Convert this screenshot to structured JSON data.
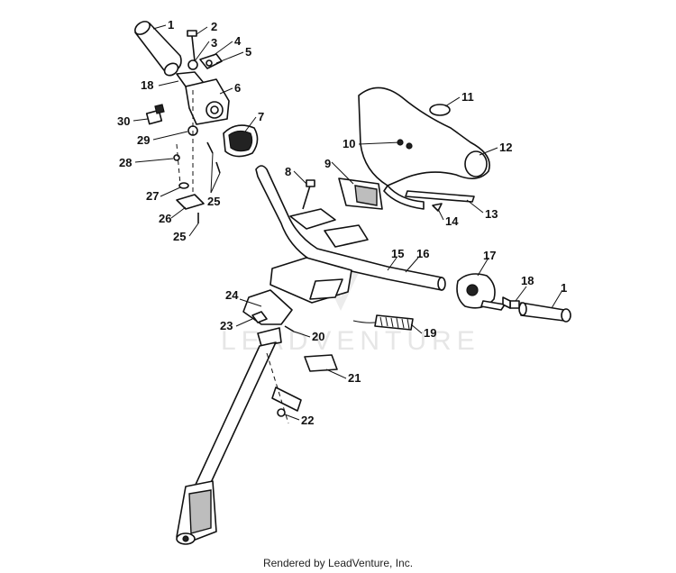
{
  "diagram": {
    "watermark": "LEADVENTURE",
    "footer": "Rendered by LeadVenture, Inc.",
    "callouts": {
      "c1a": "1",
      "c1b": "1",
      "c2": "2",
      "c3": "3",
      "c4": "4",
      "c5": "5",
      "c6": "6",
      "c7": "7",
      "c8": "8",
      "c9": "9",
      "c10": "10",
      "c11": "11",
      "c12": "12",
      "c13": "13",
      "c14": "14",
      "c15": "15",
      "c16": "16",
      "c17": "17",
      "c18a": "18",
      "c18b": "18",
      "c19": "19",
      "c20": "20",
      "c21": "21",
      "c22": "22",
      "c23": "23",
      "c24": "24",
      "c25a": "25",
      "c25b": "25",
      "c26": "26",
      "c27": "27",
      "c28": "28",
      "c29": "29",
      "c30": "30"
    }
  }
}
